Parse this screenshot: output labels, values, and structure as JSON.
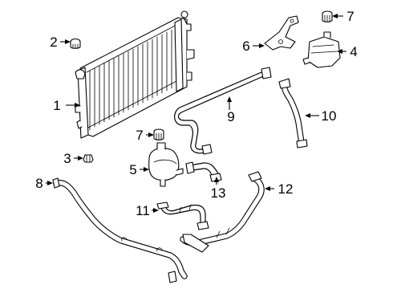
{
  "callouts": [
    {
      "id": "radiator",
      "number": "1"
    },
    {
      "id": "radiator-cap",
      "number": "2"
    },
    {
      "id": "drain-plug",
      "number": "3"
    },
    {
      "id": "reservoir-upper",
      "number": "4"
    },
    {
      "id": "reservoir-lower",
      "number": "5"
    },
    {
      "id": "bracket",
      "number": "6"
    },
    {
      "id": "reservoir-cap-upper",
      "number": "7"
    },
    {
      "id": "reservoir-cap-lower",
      "number": "7"
    },
    {
      "id": "hose-lower-left",
      "number": "8"
    },
    {
      "id": "overflow-tube",
      "number": "9"
    },
    {
      "id": "upper-hose",
      "number": "10"
    },
    {
      "id": "bypass-hose",
      "number": "11"
    },
    {
      "id": "lower-hose",
      "number": "12"
    },
    {
      "id": "small-hose",
      "number": "13"
    }
  ]
}
